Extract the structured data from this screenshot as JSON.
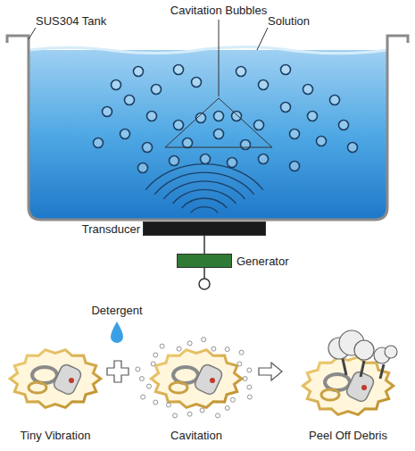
{
  "diagram": {
    "nodes": [
      {
        "text": [
          "Transducer"
        ]
      },
      {
        "text": [
          "Generator"
        ]
      }
    ],
    "edges": [
      {
        "from": 0,
        "to": 1,
        "arrow": "none"
      }
    ],
    "labels": [
      "Cavitation Bubbles",
      "SUS304 Tank",
      "Solution",
      "Detergent",
      "Tiny Vibration",
      "Cavitation",
      "Peel Off Debris"
    ]
  }
}
